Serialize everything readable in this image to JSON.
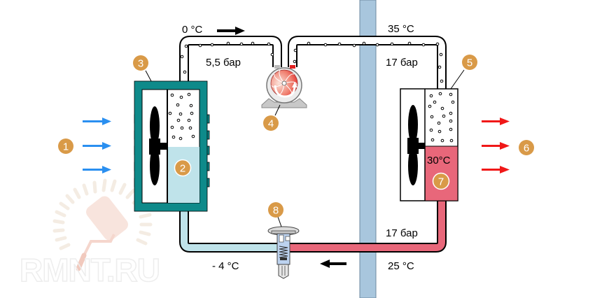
{
  "diagram": {
    "title": "Air conditioner refrigeration cycle",
    "labels": {
      "suction_temp": "0 °C",
      "suction_pressure": "5,5 бар",
      "discharge_temp": "35 °C",
      "discharge_pressure": "17 бар",
      "condenser_temp": "30°C",
      "liquid_pressure": "17 бар",
      "liquid_temp": "25 °C",
      "evaporator_out_temp": "- 4 °C"
    },
    "badges": [
      "1",
      "2",
      "3",
      "4",
      "5",
      "6",
      "7",
      "8"
    ],
    "watermark": "RMNT.RU",
    "icons": {
      "indoor_air_in": "arrow-right-blue",
      "outdoor_air_out": "arrow-right-red",
      "flow_top": "arrow-right-black",
      "flow_bottom": "arrow-left-black",
      "fan": "fan-icon",
      "compressor": "compressor-icon",
      "expansion_valve": "expansion-valve-icon"
    },
    "colors": {
      "evaporator_frame": "#0e8a8a",
      "cold_liquid": "#bfe3ea",
      "hot_liquid": "#e8677a",
      "wall": "#a8c6dd",
      "badge": "#d99a48",
      "cold_arrow": "#2a8ff0",
      "hot_arrow": "#f01818"
    }
  }
}
